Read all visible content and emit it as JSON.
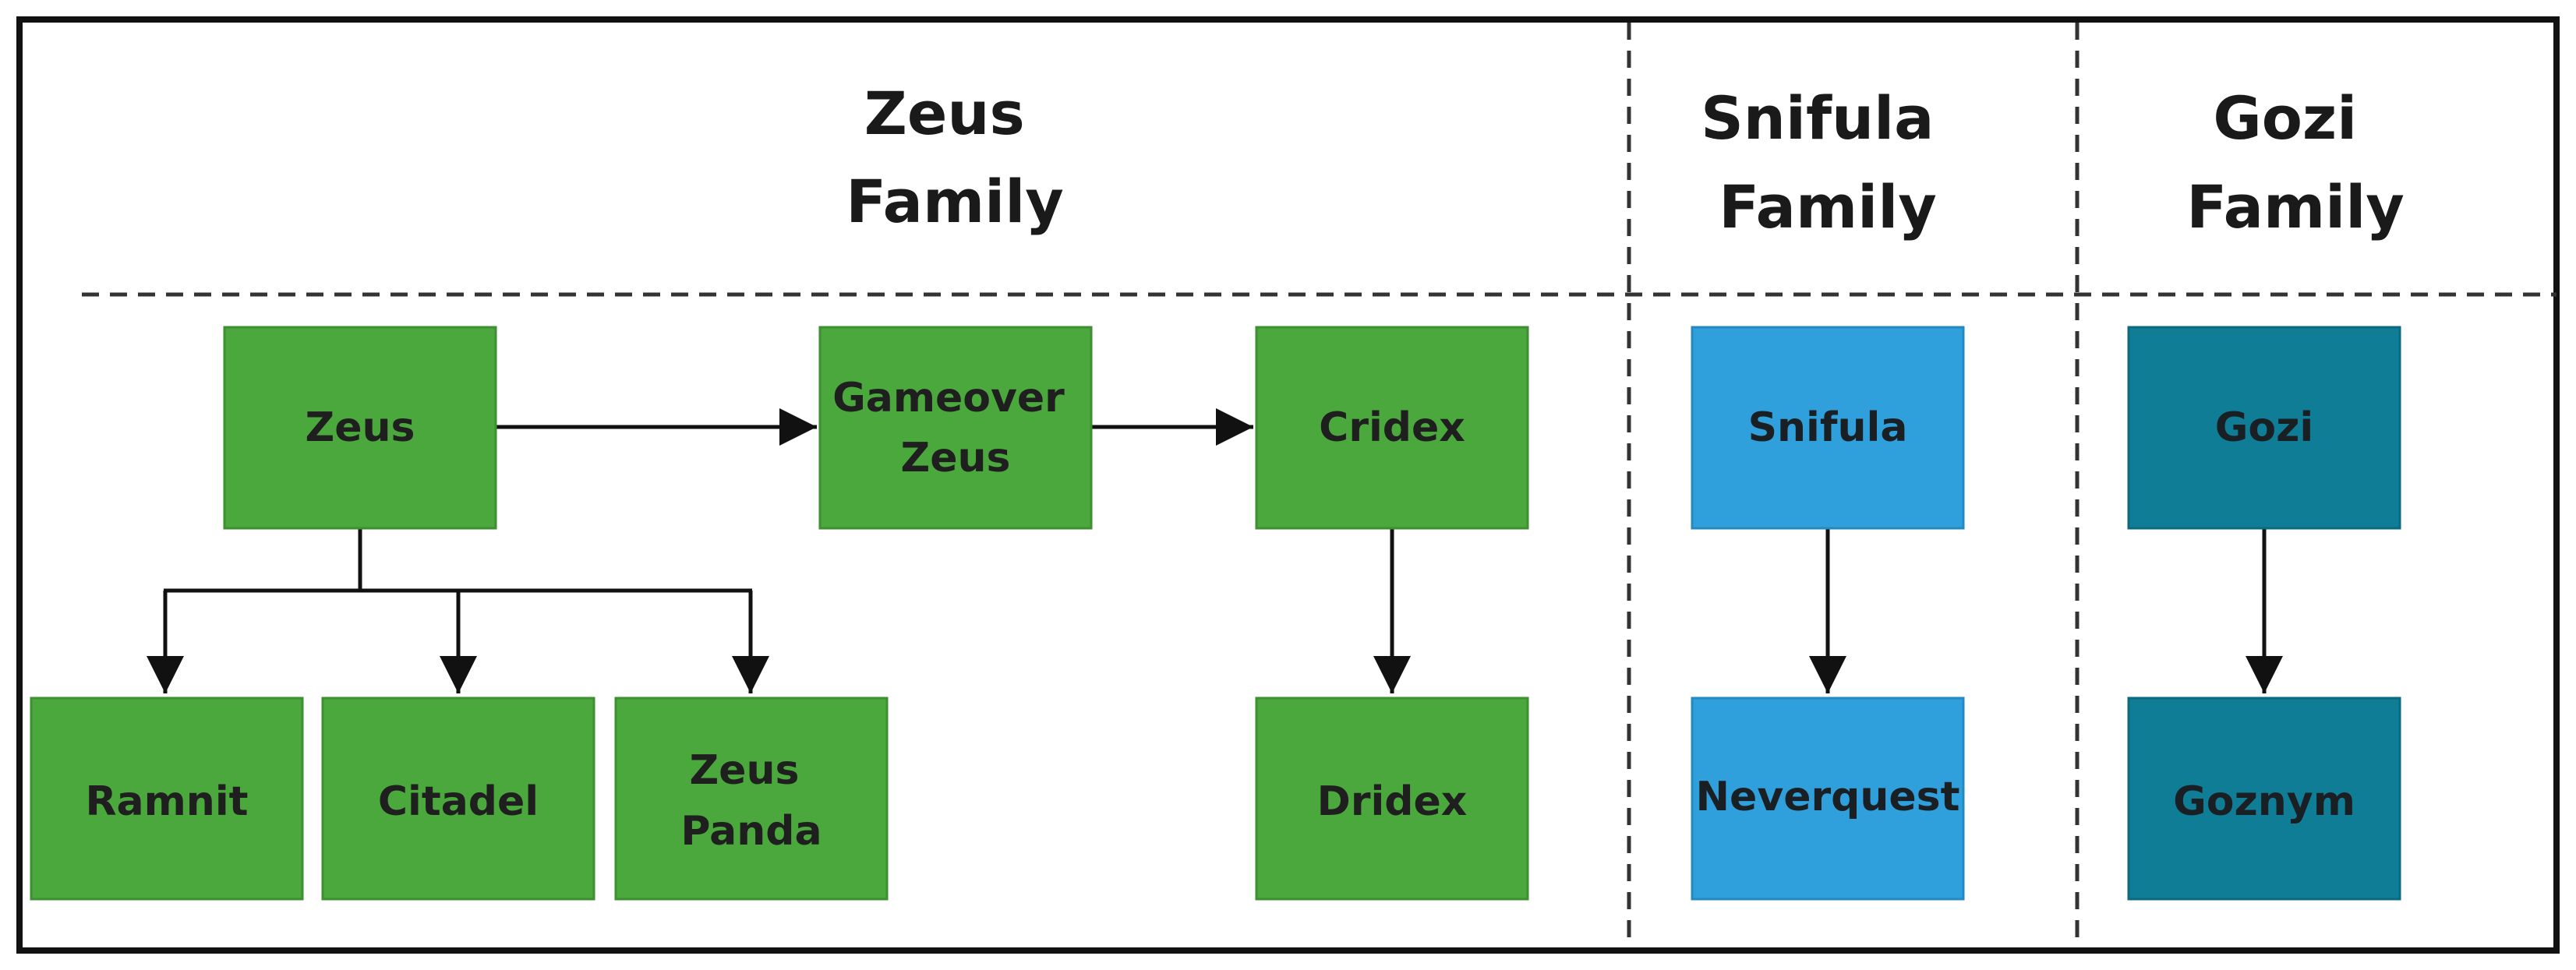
{
  "families": {
    "zeus": {
      "title_line1": "Zeus",
      "title_line2": "Family"
    },
    "snifula": {
      "title_line1": "Snifula",
      "title_line2": "Family"
    },
    "gozi": {
      "title_line1": "Gozi",
      "title_line2": "Family"
    }
  },
  "nodes": {
    "zeus": {
      "label": "Zeus"
    },
    "gameover_zeus": {
      "label_line1": "Gameover",
      "label_line2": "Zeus"
    },
    "cridex": {
      "label": "Cridex"
    },
    "ramnit": {
      "label": "Ramnit"
    },
    "citadel": {
      "label": "Citadel"
    },
    "zeus_panda": {
      "label_line1": "Zeus",
      "label_line2": "Panda"
    },
    "dridex": {
      "label": "Dridex"
    },
    "snifula": {
      "label": "Snifula"
    },
    "neverquest": {
      "label": "Neverquest"
    },
    "gozi": {
      "label": "Gozi"
    },
    "goznym": {
      "label": "Goznym"
    }
  },
  "colors": {
    "zeus_green": "#4aa83c",
    "snifula_blue": "#2fa0dc",
    "gozi_teal": "#0f7d96",
    "border": "#111111",
    "arrow": "#111111"
  }
}
